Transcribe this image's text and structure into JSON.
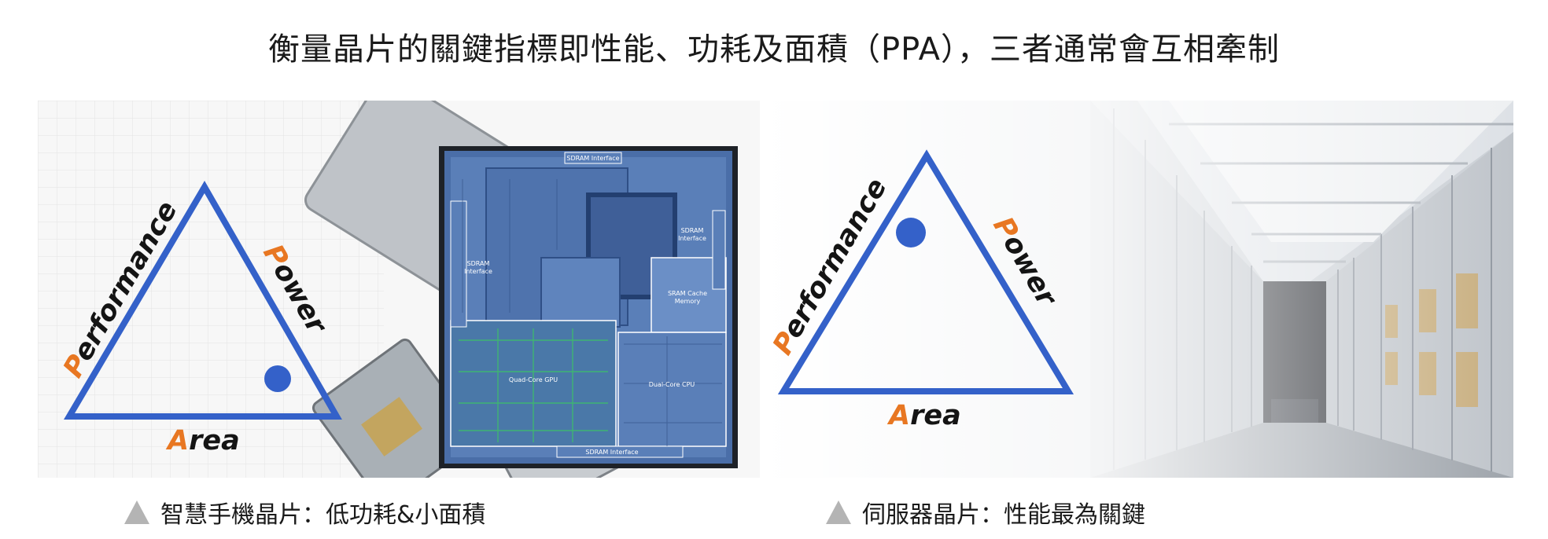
{
  "title": "衡量晶片的關鍵指標即性能、功耗及面積（PPA），三者通常會互相牽制",
  "left_panel": {
    "triangle": {
      "performance_initial": "P",
      "performance_rest": "erformance",
      "power_initial": "P",
      "power_rest": "ower",
      "area_initial": "A",
      "area_rest": "rea",
      "dot_near": "Power/Area corner"
    },
    "die_labels": {
      "sdram_top": "SDRAM Interface",
      "sdram_left": [
        "SDRAM",
        "Interface"
      ],
      "sdram_right": [
        "SDRAM",
        "Interface"
      ],
      "sram": [
        "SRAM Cache",
        "Memory"
      ],
      "gpu": "Quad-Core GPU",
      "cpu": "Dual-Core CPU",
      "sdram_bottom": "SDRAM Interface"
    },
    "caption": "智慧手機晶片：低功耗&小面積"
  },
  "right_panel": {
    "triangle": {
      "performance_initial": "P",
      "performance_rest": "erformance",
      "power_initial": "P",
      "power_rest": "ower",
      "area_initial": "A",
      "area_rest": "rea",
      "dot_near": "Performance corner"
    },
    "caption": "伺服器晶片：性能最為關鍵"
  },
  "colors": {
    "triangle": "#3461c9",
    "dot": "#3461c9",
    "initial_highlight": "#e87722",
    "label_text": "#141414",
    "caption_marker": "#b4b4b4",
    "die_blue": "#4a6ea8"
  }
}
